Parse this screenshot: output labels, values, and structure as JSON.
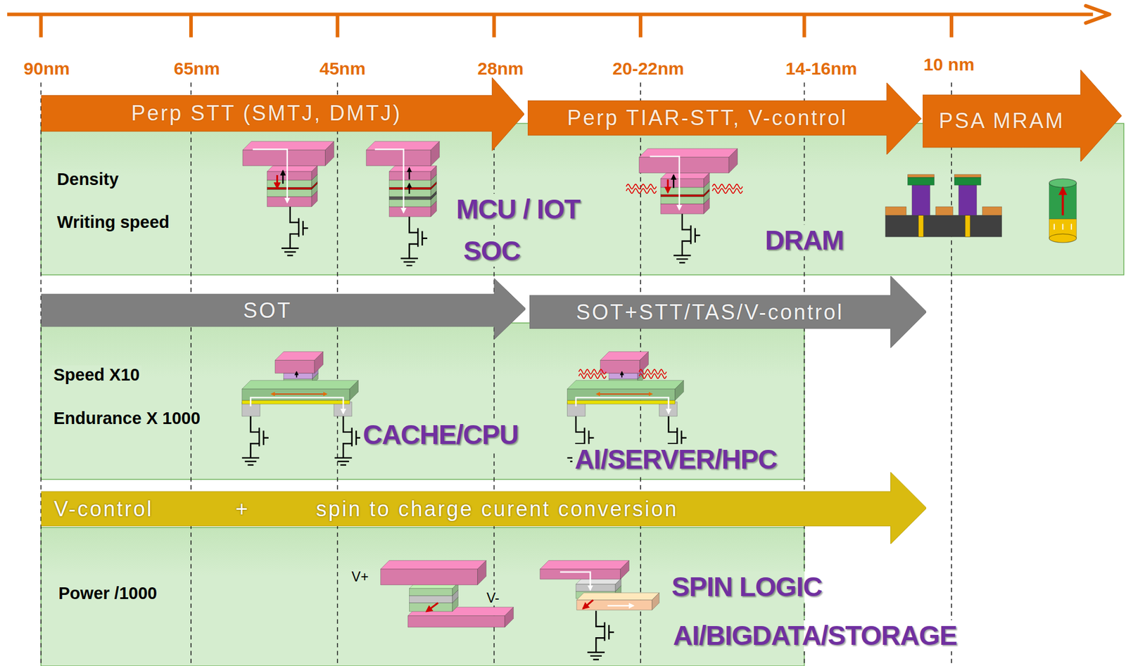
{
  "diagram": {
    "nodes": [
      {
        "text": [
          "Perp STT (SMTJ, DMTJ)"
        ]
      },
      {
        "text": [
          "Perp TIAR-STT, V-control"
        ]
      },
      {
        "text": [
          "PSA MRAM"
        ]
      },
      {
        "text": [
          "Density",
          "Writing speed"
        ]
      },
      {
        "text": [
          "SOT"
        ]
      },
      {
        "text": [
          "SOT+STT/TAS/V-control"
        ]
      },
      {
        "text": [
          "Speed X10",
          "Endurance X 1000"
        ]
      },
      {
        "text": [
          "V-control",
          "+",
          "spin to charge curent conversion"
        ]
      },
      {
        "text": [
          "Power /1000"
        ]
      }
    ],
    "labels": [
      "90nm",
      "65nm",
      "45nm",
      "28nm",
      "20-22nm",
      "14-16nm",
      "10 nm",
      "MCU / IOT",
      "SOC",
      "DRAM",
      "CACHE/CPU",
      "AI/SERVER/HPC",
      "V+",
      "V-",
      "SPIN LOGIC",
      "AI/BIGDATA/STORAGE"
    ]
  }
}
